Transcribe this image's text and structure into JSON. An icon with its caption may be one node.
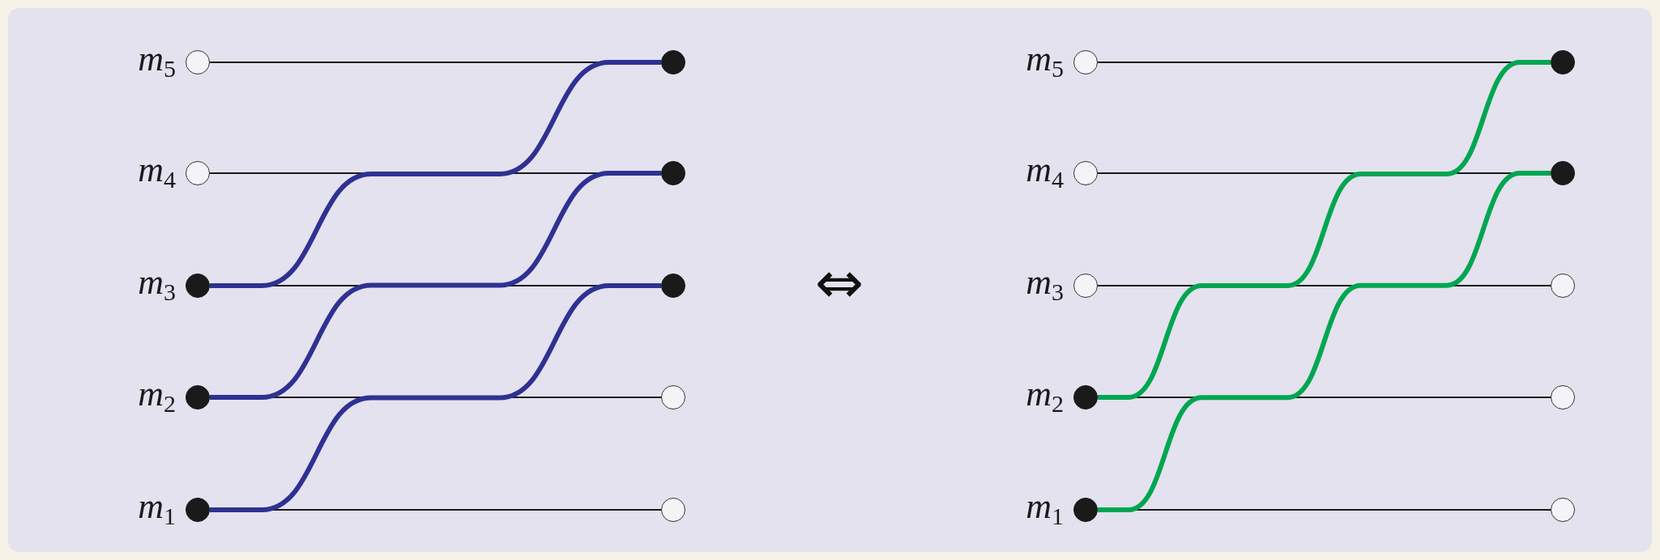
{
  "diagram": {
    "nodes": [
      {
        "text": [],
        "shape": "circle",
        "beside": [
          "m$_{5}$"
        ]
      },
      {
        "text": [],
        "shape": "dot"
      },
      {
        "text": [],
        "shape": "circle",
        "beside": [
          "m$_{5}$"
        ]
      },
      {
        "text": [],
        "shape": "dot"
      },
      {
        "text": [],
        "shape": "circle",
        "beside": [
          "m$_{4}$"
        ]
      },
      {
        "text": [],
        "shape": "dot"
      },
      {
        "text": [],
        "shape": "circle",
        "beside": [
          "m$_{4}$"
        ]
      },
      {
        "text": [],
        "shape": "dot"
      },
      {
        "text": [],
        "shape": "dot",
        "beside": [
          "m$_{3}$"
        ]
      },
      {
        "text": [],
        "shape": "dot"
      },
      {
        "text": [],
        "shape": "circle",
        "beside": [
          "m$_{3}$"
        ]
      },
      {
        "text": [],
        "shape": "circle"
      },
      {
        "text": [],
        "shape": "dot",
        "beside": [
          "m$_{2}$"
        ]
      },
      {
        "text": [],
        "shape": "circle"
      },
      {
        "text": [],
        "shape": "dot",
        "beside": [
          "m$_{2}$"
        ]
      },
      {
        "text": [],
        "shape": "circle"
      },
      {
        "text": [],
        "shape": "dot",
        "beside": [
          "m$_{1}$"
        ]
      },
      {
        "text": [],
        "shape": "circle"
      },
      {
        "text": [],
        "shape": "dot",
        "beside": [
          "m$_{1}$"
        ]
      },
      {
        "text": [],
        "shape": "circle"
      }
    ],
    "edges": [
      {
        "from": 0,
        "to": 1,
        "arrow": "none"
      },
      {
        "from": 2,
        "to": 3,
        "arrow": "none"
      },
      {
        "from": 4,
        "to": 5,
        "arrow": "none"
      },
      {
        "from": 6,
        "to": 7,
        "arrow": "none"
      },
      {
        "from": 8,
        "to": 9,
        "arrow": "none"
      },
      {
        "from": 10,
        "to": 11,
        "arrow": "none"
      },
      {
        "from": 12,
        "to": 13,
        "arrow": "none"
      },
      {
        "from": 14,
        "to": 15,
        "arrow": "none"
      },
      {
        "from": 16,
        "to": 17,
        "arrow": "none"
      },
      {
        "from": 18,
        "to": 19,
        "arrow": "none"
      },
      {
        "from": 8,
        "to": 1,
        "arrow": "none",
        "style": "thick",
        "color": "#2e3192"
      },
      {
        "from": 12,
        "to": 5,
        "arrow": "none",
        "style": "thick",
        "color": "#2e3192"
      },
      {
        "from": 16,
        "to": 9,
        "arrow": "none",
        "style": "thick",
        "color": "#2e3192"
      },
      {
        "from": 14,
        "to": 3,
        "arrow": "none",
        "style": "thick",
        "color": "#00a651"
      },
      {
        "from": 18,
        "to": 7,
        "arrow": "none",
        "style": "thick",
        "color": "#00a651"
      }
    ],
    "labels": [
      "⇔"
    ]
  }
}
